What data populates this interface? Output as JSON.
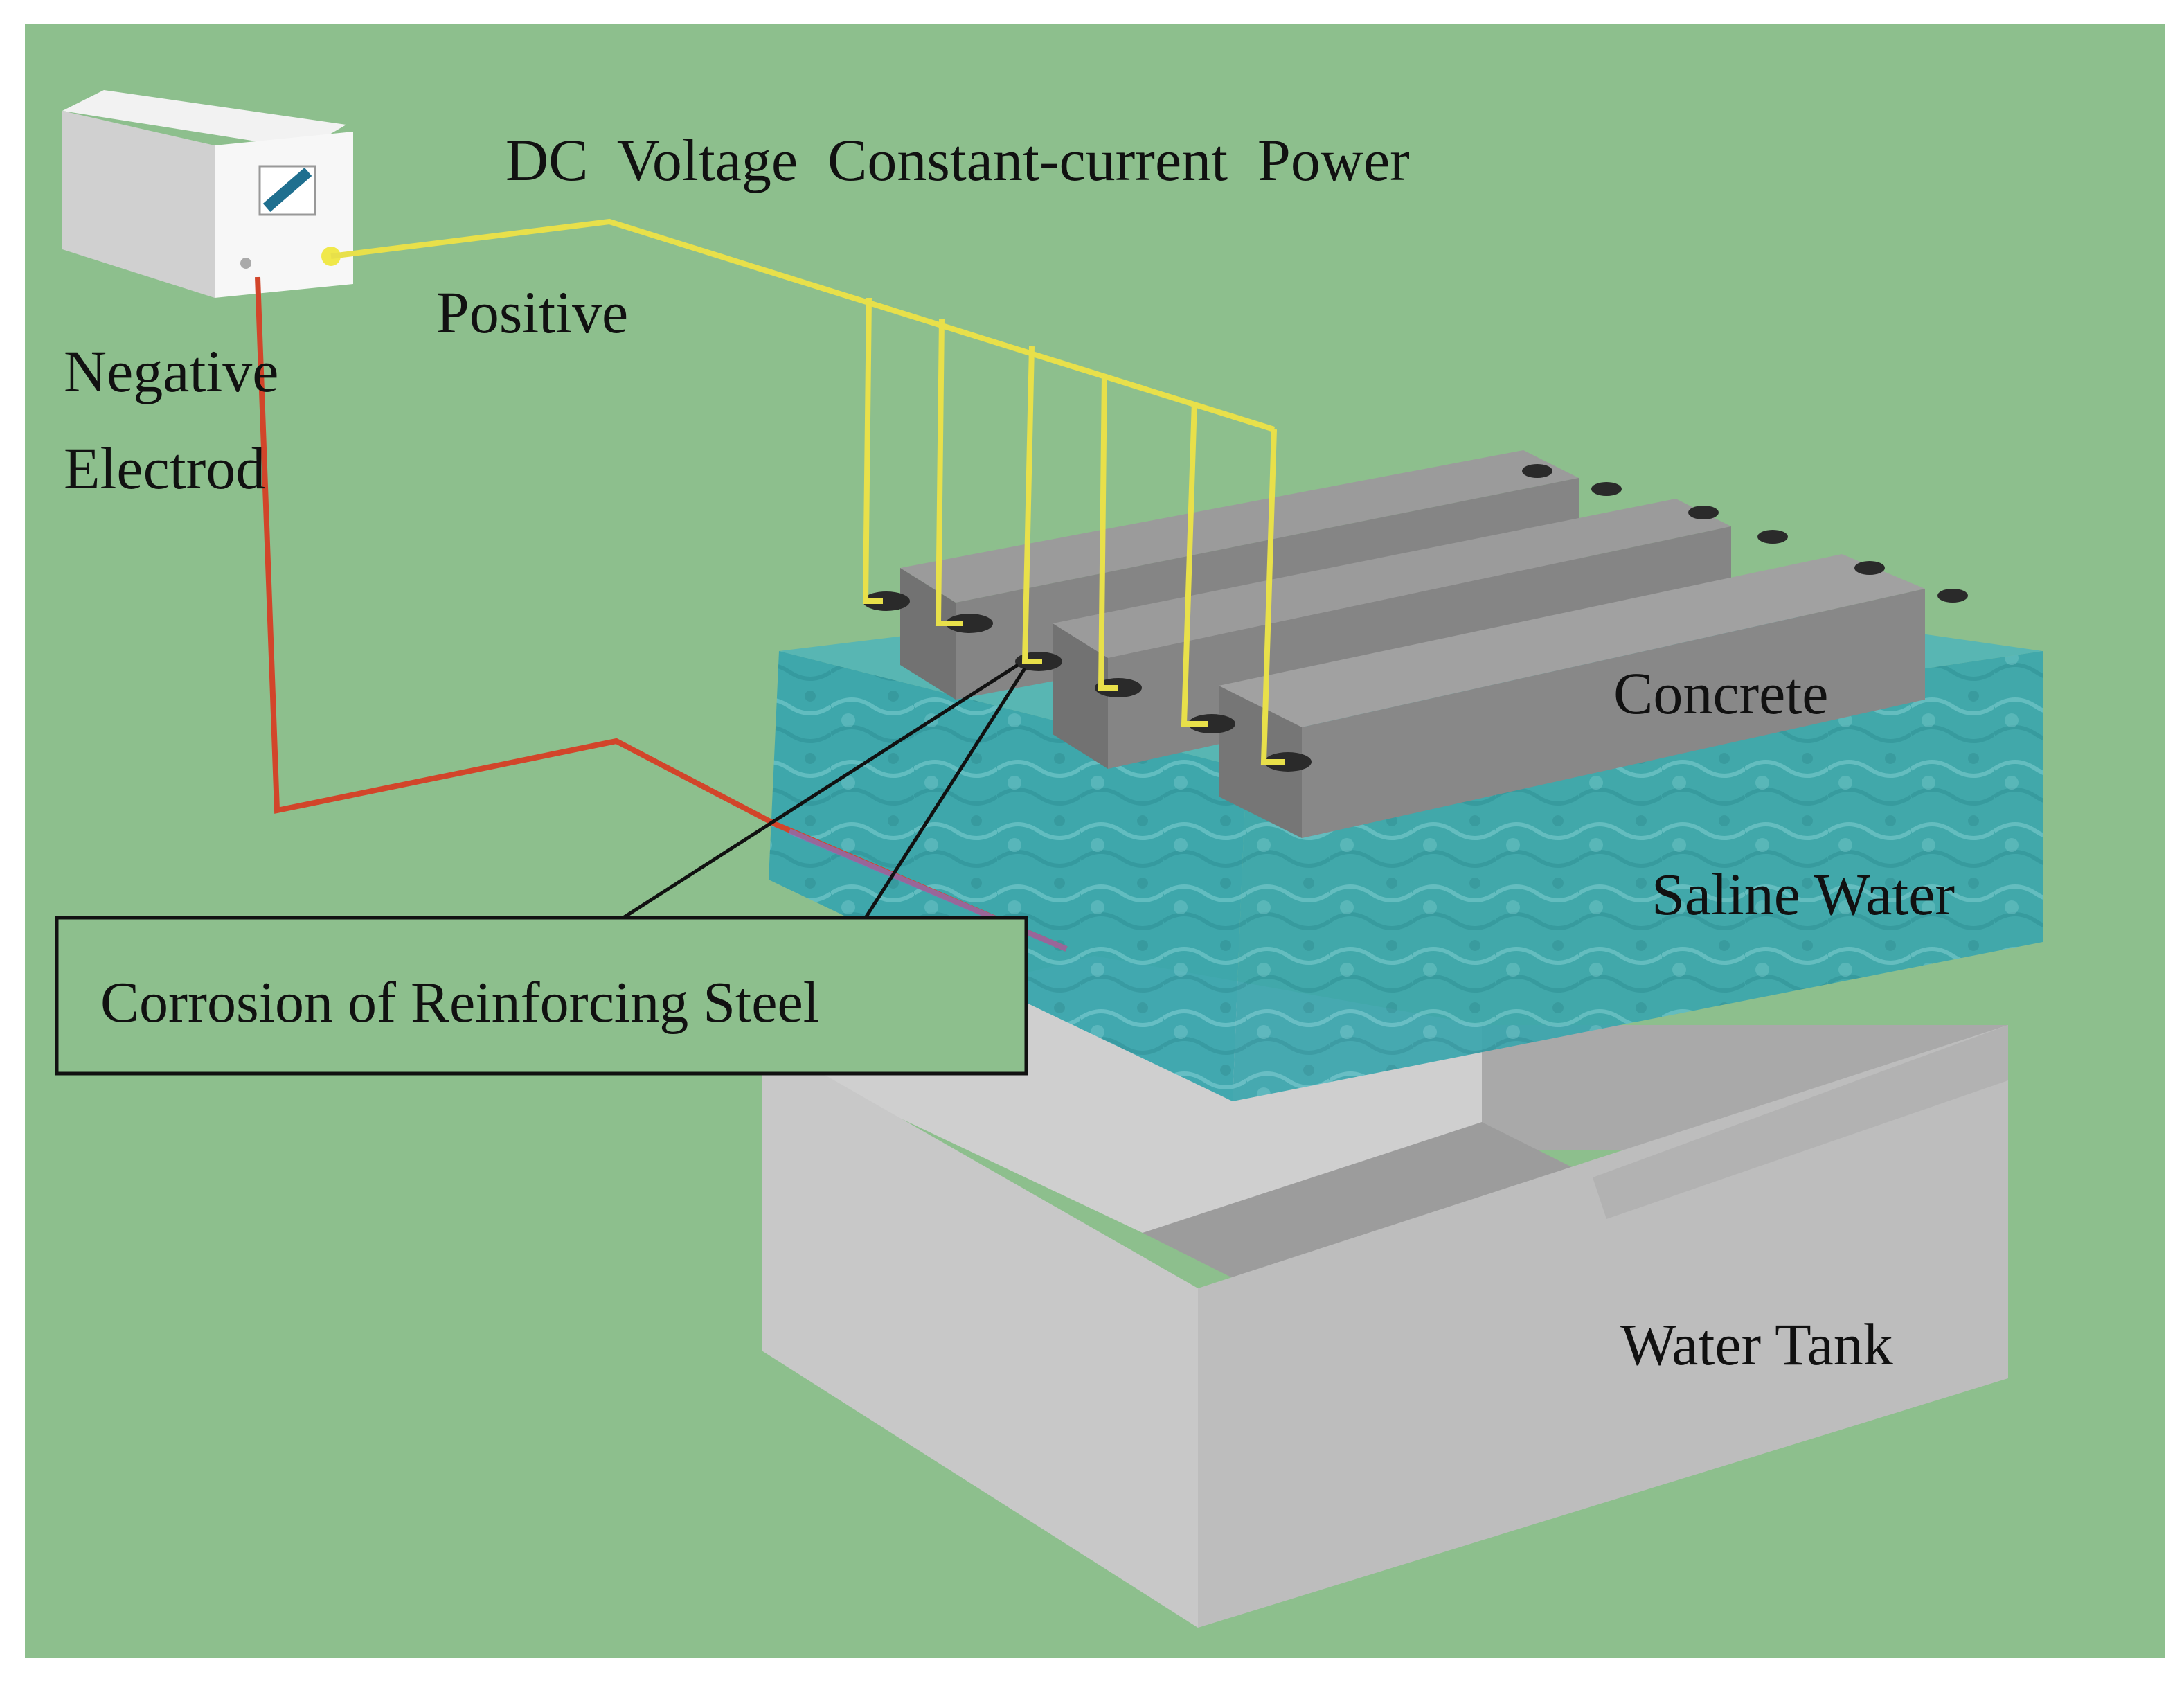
{
  "labels": {
    "power_supply": "DC  Voltage  Constant-current  Power",
    "positive": "Positive",
    "negative_line1": "Negative",
    "negative_line2": "Electrod",
    "concrete": "Concrete",
    "saline_water": "Saline Water",
    "water_tank": "Water Tank",
    "callout": "Corrosion of Reinforcing Steel"
  },
  "colors": {
    "background": "#8dbf8d",
    "positive_wire": "#e8e04a",
    "negative_wire": "#d2452a",
    "concrete_top": "#9a9a9a",
    "concrete_side": "#6e6e6e",
    "saline_water": "#3aa6ad",
    "tank_light": "#c9c9c9",
    "tank_dark": "#a6a6a6",
    "rebar": "#2a2a2a"
  },
  "counts": {
    "concrete_specimens": 3,
    "anode_leads": 6
  }
}
